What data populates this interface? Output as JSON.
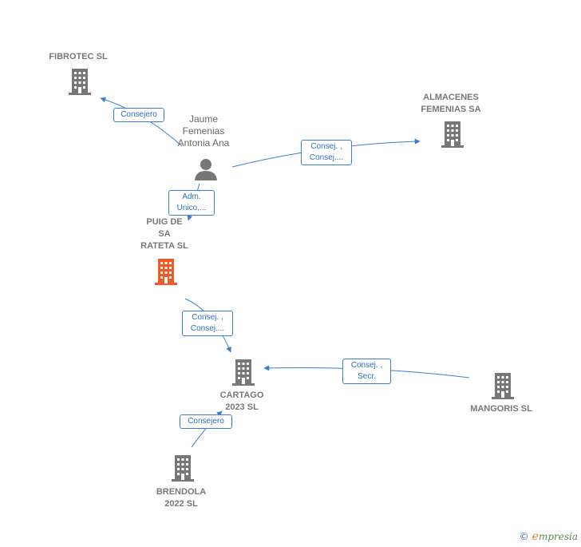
{
  "colors": {
    "building": "#777777",
    "building_focus": "#f05a28",
    "person": "#777777",
    "edge": "#3c7fd1",
    "edge_label_text": "#2f6fc0"
  },
  "nodes": {
    "fibrotec": {
      "label_lines": [
        "FIBROTEC SL"
      ],
      "icon": "building-icon"
    },
    "almacenes": {
      "label_lines": [
        "ALMACENES",
        "FEMENIAS SA"
      ],
      "icon": "building-icon"
    },
    "jaume": {
      "label_lines": [
        "Jaume",
        "Femenias",
        "Antonia Ana"
      ],
      "icon": "person-icon"
    },
    "puig": {
      "label_lines": [
        "PUIG DE",
        "SA",
        "RATETA  SL"
      ],
      "icon": "building-icon"
    },
    "cartago": {
      "label_lines": [
        "CARTAGO",
        "2023  SL"
      ],
      "icon": "building-icon"
    },
    "mangoris": {
      "label_lines": [
        "MANGORIS  SL"
      ],
      "icon": "building-icon"
    },
    "brendola": {
      "label_lines": [
        "BRENDOLA",
        "2022  SL"
      ],
      "icon": "building-icon"
    }
  },
  "edges": {
    "jaume_fibrotec": {
      "lines": [
        "Consejero"
      ]
    },
    "jaume_almacenes": {
      "lines": [
        "Consej. ,",
        "Consej...."
      ]
    },
    "jaume_puig": {
      "lines": [
        "Adm.",
        "Unico,..."
      ]
    },
    "puig_cartago": {
      "lines": [
        "Consej. ,",
        "Consej...."
      ]
    },
    "mangoris_cartago": {
      "lines": [
        "Consej. ,",
        "Secr."
      ]
    },
    "brendola_cartago": {
      "lines": [
        "Consejero"
      ]
    }
  },
  "footer": {
    "copyright": "©",
    "brand_initial": "e",
    "brand_rest": "mpresia"
  }
}
